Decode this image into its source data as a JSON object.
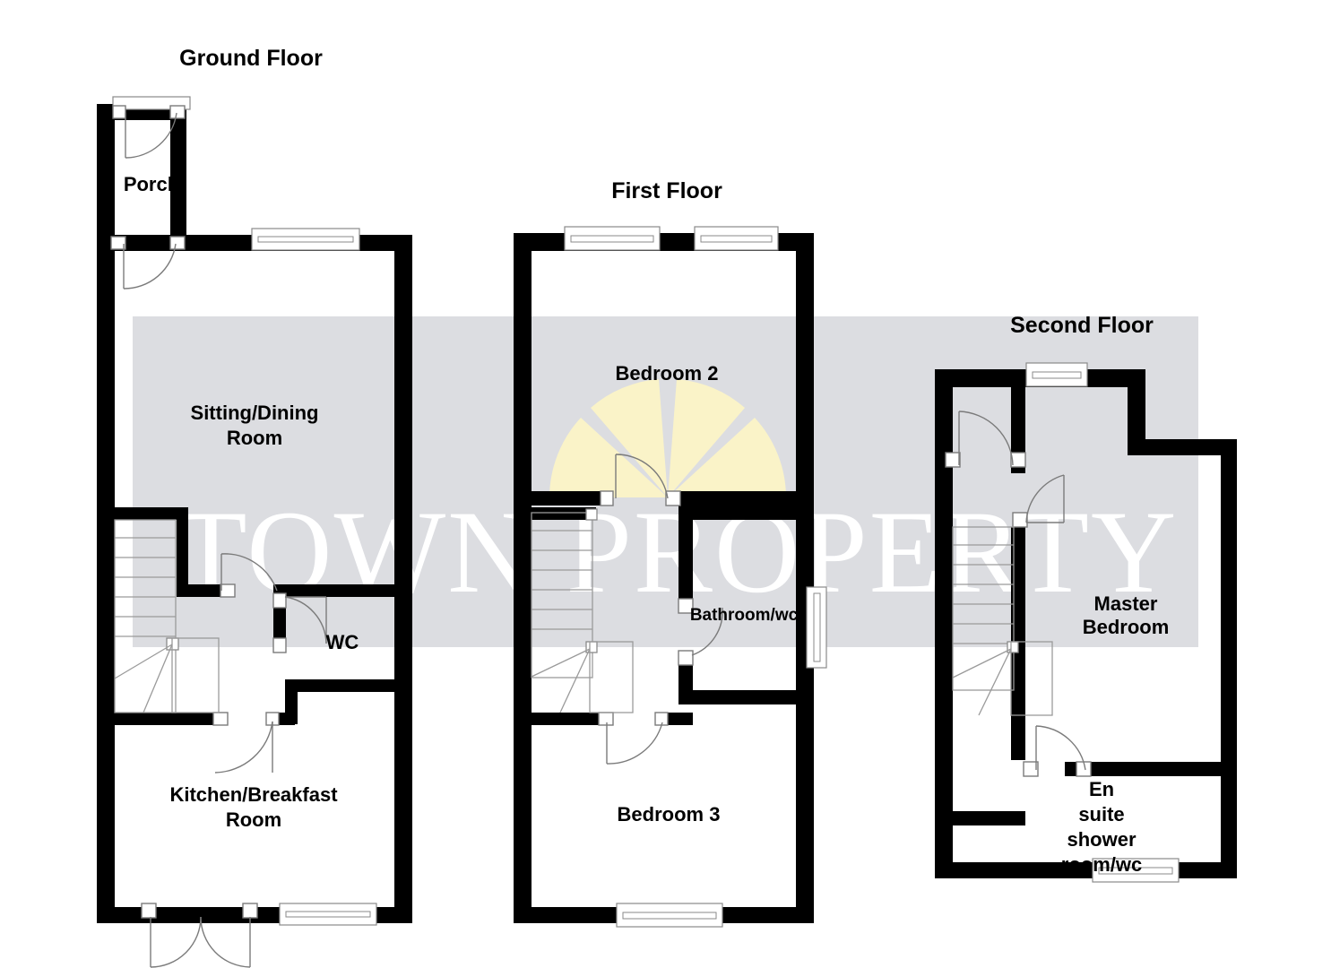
{
  "document": {
    "type": "floor-plan",
    "watermark_text": "TOWN PROPERTY",
    "watermark_band_color": "#dcdde1",
    "logo_color": "#faf3c8",
    "wall_color": "#000000",
    "background_color": "#ffffff"
  },
  "floors": [
    {
      "id": "ground",
      "title": "Ground Floor",
      "rooms": [
        {
          "id": "porch",
          "label": "Porch"
        },
        {
          "id": "sitting",
          "label": "Sitting/Dining Room",
          "line1": "Sitting/Dining",
          "line2": "Room"
        },
        {
          "id": "wc",
          "label": "WC"
        },
        {
          "id": "kitchen",
          "label": "Kitchen/Breakfast Room",
          "line1": "Kitchen/Breakfast",
          "line2": "Room"
        }
      ]
    },
    {
      "id": "first",
      "title": "First Floor",
      "rooms": [
        {
          "id": "bedroom2",
          "label": "Bedroom 2"
        },
        {
          "id": "bathroom-wc",
          "label": "Bathroom/wc"
        },
        {
          "id": "bedroom3",
          "label": "Bedroom 3"
        }
      ]
    },
    {
      "id": "second",
      "title": "Second Floor",
      "rooms": [
        {
          "id": "master",
          "label": "Master Bedroom",
          "line1": "Master",
          "line2": "Bedroom"
        },
        {
          "id": "ensuite",
          "label": "En suite shower room/wc",
          "line1": "En",
          "line2": "suite",
          "line3": "shower",
          "line4": "room/wc"
        }
      ]
    }
  ]
}
